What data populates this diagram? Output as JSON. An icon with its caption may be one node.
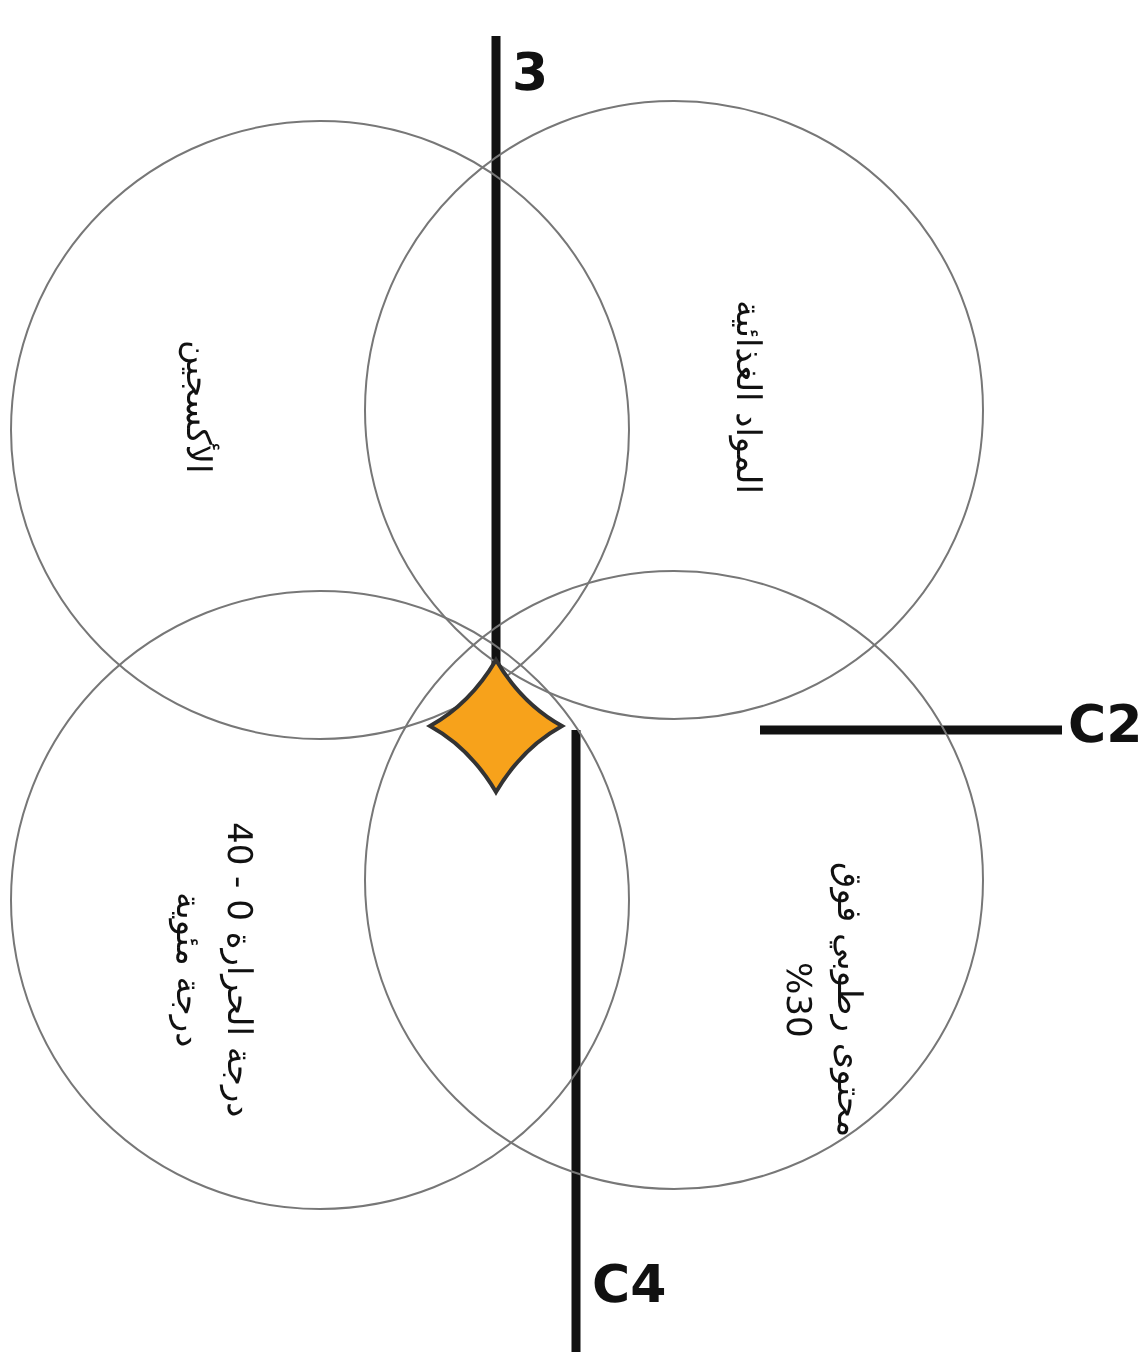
{
  "diagram": {
    "nodes": [
      {
        "text": [
          "الأكسجين"
        ]
      },
      {
        "text": [
          "المواد الغذائية"
        ]
      },
      {
        "text": [
          "درجة الحرارة 0 - 40 درجة مئوية"
        ]
      },
      {
        "text": [
          "محتوى رطوبي فوق 30%"
        ]
      },
      {
        "text": [],
        "shape": "diamond"
      },
      {
        "text": [
          "3"
        ]
      },
      {
        "text": [
          "C2"
        ]
      },
      {
        "text": [
          "C4"
        ]
      }
    ],
    "edges": [
      {
        "from": 5,
        "to": 4,
        "arrow": "none"
      },
      {
        "from": 6,
        "to": 3,
        "arrow": "none"
      },
      {
        "from": 7,
        "to": 3,
        "arrow": "none"
      }
    ]
  }
}
